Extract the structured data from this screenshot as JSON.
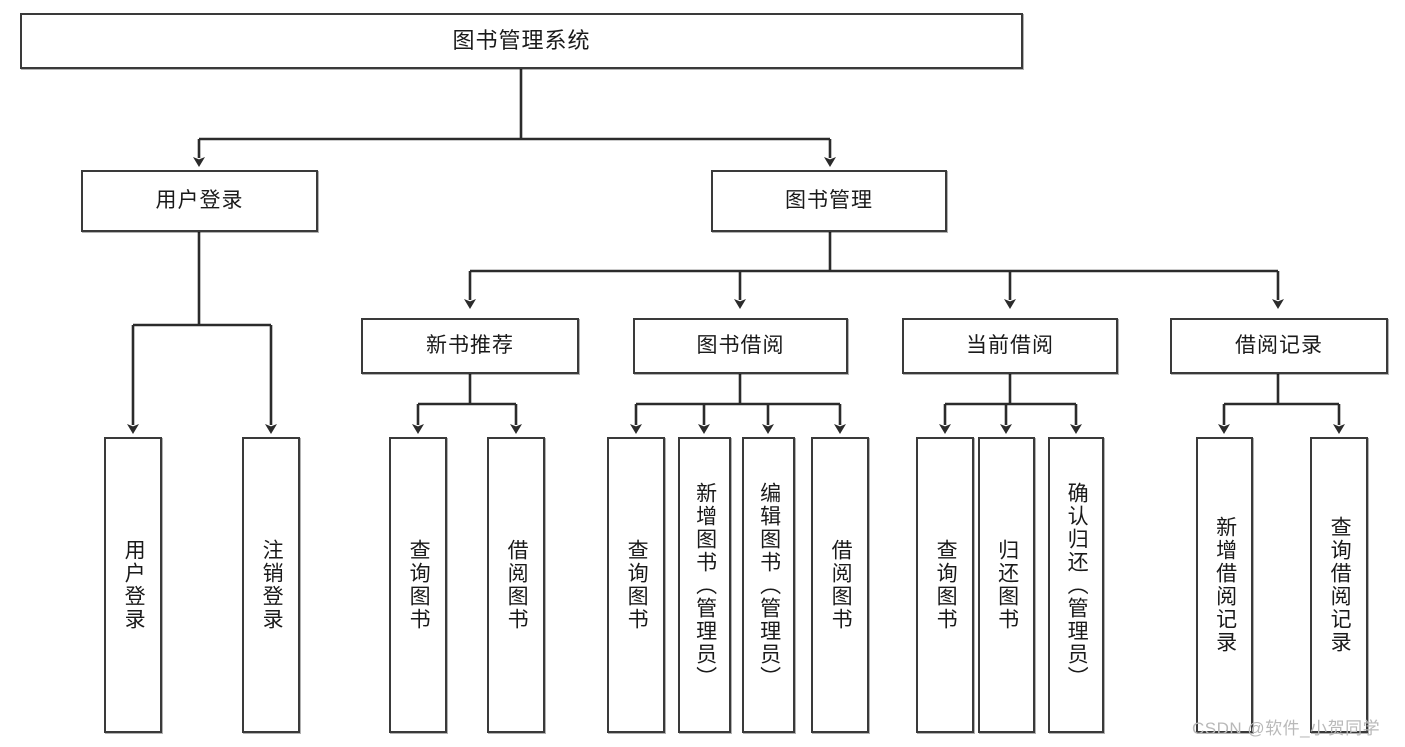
{
  "diagram": {
    "title": "图书管理系统",
    "type": "tree",
    "watermark": "CSDN @软件_小贺同学",
    "colors": {
      "box_border": "#3a3a3a",
      "box_fill": "#ffffff",
      "edge": "#2b2b2b",
      "text": "#1a1a1a",
      "watermark": "#b9b9b9",
      "background": "#ffffff"
    },
    "levels": {
      "level1": [
        "图书管理系统"
      ],
      "level2": [
        "用户登录",
        "图书管理"
      ],
      "level3": [
        "新书推荐",
        "图书借阅",
        "当前借阅",
        "借阅记录"
      ],
      "level4": [
        "用户登录",
        "注销登录",
        "查询图书",
        "借阅图书",
        "查询图书",
        "新增图书（管理员）",
        "编辑图书（管理员）",
        "借阅图书",
        "查询图书",
        "归还图书",
        "确认归还（管理员）",
        "新增借阅记录",
        "查询借阅记录"
      ]
    },
    "nodes": {
      "root": {
        "label": "图书管理系统"
      },
      "user_login": {
        "label": "用户登录"
      },
      "book_mgmt": {
        "label": "图书管理"
      },
      "new_book_rec": {
        "label": "新书推荐"
      },
      "book_borrow": {
        "label": "图书借阅"
      },
      "current_borrow": {
        "label": "当前借阅"
      },
      "borrow_record": {
        "label": "借阅记录"
      },
      "leaf_user_login": {
        "label": "用户登录"
      },
      "leaf_logout": {
        "label": "注销登录"
      },
      "leaf_query_book_a": {
        "label": "查询图书"
      },
      "leaf_borrow_book_a": {
        "label": "借阅图书"
      },
      "leaf_query_book_b": {
        "label": "查询图书"
      },
      "leaf_add_book": {
        "label": "新增图书（管理员）"
      },
      "leaf_edit_book": {
        "label": "编辑图书（管理员）"
      },
      "leaf_borrow_book_b": {
        "label": "借阅图书"
      },
      "leaf_query_book_c": {
        "label": "查询图书"
      },
      "leaf_return_book": {
        "label": "归还图书"
      },
      "leaf_confirm_return": {
        "label": "确认归还（管理员）"
      },
      "leaf_add_record": {
        "label": "新增借阅记录"
      },
      "leaf_query_record": {
        "label": "查询借阅记录"
      }
    },
    "edges": [
      {
        "from": "root",
        "to": "user_login"
      },
      {
        "from": "root",
        "to": "book_mgmt"
      },
      {
        "from": "book_mgmt",
        "to": "new_book_rec"
      },
      {
        "from": "book_mgmt",
        "to": "book_borrow"
      },
      {
        "from": "book_mgmt",
        "to": "current_borrow"
      },
      {
        "from": "book_mgmt",
        "to": "borrow_record"
      },
      {
        "from": "user_login",
        "to": "leaf_user_login"
      },
      {
        "from": "user_login",
        "to": "leaf_logout"
      },
      {
        "from": "new_book_rec",
        "to": "leaf_query_book_a"
      },
      {
        "from": "new_book_rec",
        "to": "leaf_borrow_book_a"
      },
      {
        "from": "book_borrow",
        "to": "leaf_query_book_b"
      },
      {
        "from": "book_borrow",
        "to": "leaf_add_book"
      },
      {
        "from": "book_borrow",
        "to": "leaf_edit_book"
      },
      {
        "from": "book_borrow",
        "to": "leaf_borrow_book_b"
      },
      {
        "from": "current_borrow",
        "to": "leaf_query_book_c"
      },
      {
        "from": "current_borrow",
        "to": "leaf_return_book"
      },
      {
        "from": "current_borrow",
        "to": "leaf_confirm_return"
      },
      {
        "from": "borrow_record",
        "to": "leaf_add_record"
      },
      {
        "from": "borrow_record",
        "to": "leaf_query_record"
      }
    ]
  }
}
